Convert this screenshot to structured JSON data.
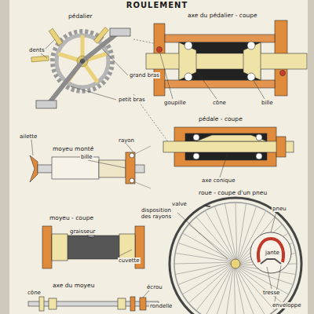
{
  "diagram": {
    "title": "ROULEMENT",
    "labels": [
      "pédalier",
      "axe du pédalier - coupe",
      "dents",
      "grand bras",
      "petit bras",
      "goupille",
      "cône",
      "bille",
      "pédale - coupe",
      "axe conique",
      "ailette",
      "moyeu monté",
      "rayon",
      "bille",
      "roue - coupe d'un pneu",
      "valve",
      "pneu",
      "disposition des rayons",
      "moyeu - coupe",
      "graisseur",
      "cuvette",
      "jante",
      "tresse",
      "enveloppe",
      "axe du moyeu",
      "écrou",
      "cône",
      "rondelle"
    ]
  }
}
